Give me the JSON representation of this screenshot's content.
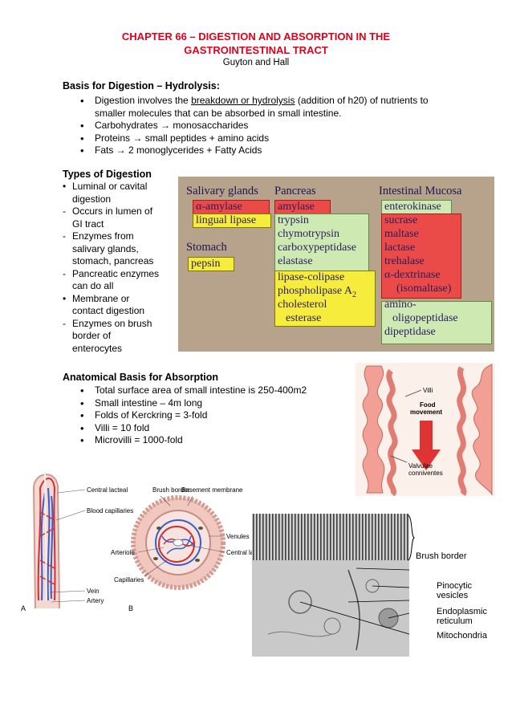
{
  "header": {
    "title_line1": "CHAPTER 66 – DIGESTION AND ABSORPTION IN THE",
    "title_line2": "GASTROINTESTINAL TRACT",
    "authors": "Guyton and Hall"
  },
  "basis": {
    "heading": "Basis for Digestion – Hydrolysis:",
    "item1_pre": "Digestion involves the ",
    "item1_link": "breakdown or hydrolysis",
    "item1_post": " (addition of h20) of nutrients to",
    "item1_line2": "smaller molecules that can be absorbed in small intestine.",
    "item2": "Carbohydrates → monosaccharides",
    "item3": "Proteins → small peptides + amino acids",
    "item4": "Fats → 2 monoglycerides + Fatty Acids"
  },
  "types": {
    "heading": "Types of Digestion",
    "lines": [
      "Luminal or cavital",
      "digestion",
      "Occurs in lumen of",
      "GI tract",
      "Enzymes from",
      "salivary glands,",
      "stomach, pancreas",
      "Pancreatic enzymes",
      "can do all",
      "Membrane or",
      "contact digestion",
      "Enzymes on brush",
      "border of",
      "enterocytes"
    ]
  },
  "enzyme_table": {
    "salivary_header": "Salivary glands",
    "salivary": [
      "α-amylase",
      "lingual lipase"
    ],
    "stomach_header": "Stomach",
    "stomach": [
      "pepsin"
    ],
    "pancreas_header": "Pancreas",
    "pancreas": [
      "amylase",
      "trypsin",
      "chymotrypsin",
      "carboxypeptidase",
      "elastase",
      "lipase-colipase",
      "phospholipase A",
      "2",
      "cholesterol",
      "esterase"
    ],
    "mucosa_header": "Intestinal Mucosa",
    "mucosa": [
      "enterokinase",
      "sucrase",
      "maltase",
      "lactase",
      "trehalase",
      "α-dextrinase",
      "(isomaltase)",
      "amino-",
      "oligopeptidase",
      "dipeptidase"
    ]
  },
  "anatomical": {
    "heading": "Anatomical Basis for Absorption",
    "items": [
      "Total surface area of small intestine is 250-400m2",
      "Small intestine – 4m long",
      "Folds of Kerckring = 3-fold",
      "Villi = 10 fold",
      "Microvilli = 1000-fold"
    ]
  },
  "fold_figure": {
    "villi": "Villi",
    "food1": "Food",
    "food2": "movement",
    "valv1": "Valvulae",
    "valv2": "conniventes"
  },
  "villus_figure": {
    "central_lacteal": "Central lacteal",
    "blood_capillaries": "Blood capillaries",
    "vein": "Vein",
    "artery": "Artery",
    "label_a": "A",
    "brush_border": "Brush border",
    "basement_membrane": "Basement membrane",
    "venules": "Venules",
    "arteriole": "Arteriole",
    "central_lacteal2": "Central lacteal",
    "capillaries": "Capillaries",
    "label_b": "B"
  },
  "micrograph": {
    "brush_border": "Brush border",
    "pinocytic1": "Pinocytic",
    "pinocytic2": "vesicles",
    "er1": "Endoplasmic",
    "er2": "reticulum",
    "mito": "Mitochondria"
  },
  "colors": {
    "title_red": "#e0001b",
    "box_red": "#ea4a48",
    "box_yellow": "#f6ec3c",
    "box_green": "#cfe9b3",
    "table_bg": "#b7a38c"
  }
}
